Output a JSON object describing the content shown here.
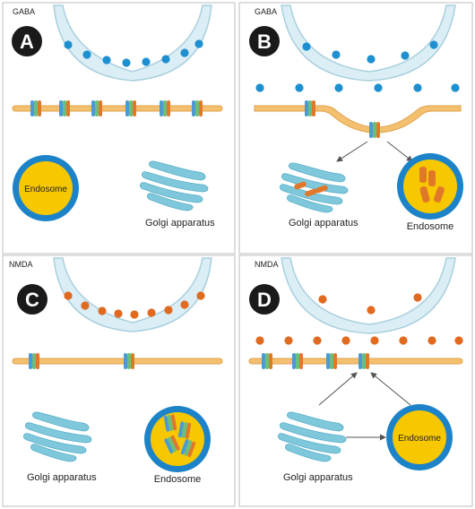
{
  "colors": {
    "gaba_vesicle": "#1e8fcf",
    "nmda_vesicle": "#e06a20",
    "membrane": "#f3c070",
    "membrane_edge": "#e2a24a",
    "terminal_fill": "#ffffff",
    "terminal_edge": "#a9cfdf",
    "endosome_outer": "#1d83c9",
    "endosome_inner": "#f7c800",
    "golgi": "#7fc8dc",
    "golgi_edge": "#5aaec8",
    "receptor_blue": "#4b9ad3",
    "receptor_green": "#6cbf7b",
    "receptor_orange": "#e0782a",
    "badge": "#1a1a1a",
    "arrow": "#555555"
  },
  "panels": [
    {
      "id": "A",
      "badge": "A",
      "transmitter": "GABA",
      "labels": {
        "endosome": "Endosome",
        "golgi": "Golgi apparatus"
      }
    },
    {
      "id": "B",
      "badge": "B",
      "transmitter": "GABA",
      "labels": {
        "endosome": "Endosome",
        "golgi": "Golgi apparatus"
      }
    },
    {
      "id": "C",
      "badge": "C",
      "transmitter": "NMDA",
      "labels": {
        "endosome": "Endosome",
        "golgi": "Golgi apparatus"
      }
    },
    {
      "id": "D",
      "badge": "D",
      "transmitter": "NMDA",
      "labels": {
        "endosome": "Endosome",
        "golgi": "Golgi apparatus"
      }
    }
  ]
}
